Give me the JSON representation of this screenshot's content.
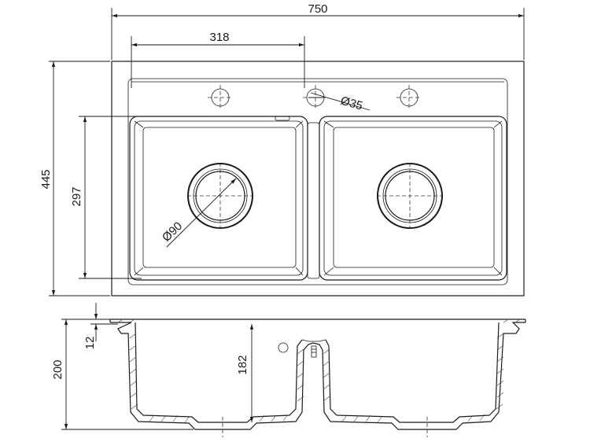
{
  "dimensions": {
    "overall_width": "750",
    "hole_spacing": "318",
    "tap_hole": "Ø35",
    "overall_depth": "445",
    "bowl_depth": "297",
    "drain": "Ø90",
    "rim": "12",
    "height": "200",
    "bowl_height": "182"
  }
}
